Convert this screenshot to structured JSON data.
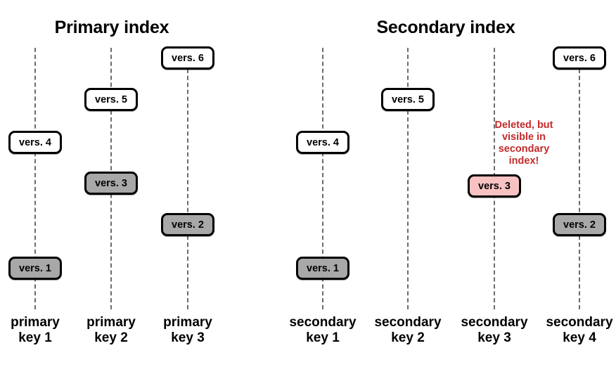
{
  "figure": {
    "background_color": "#ffffff",
    "box_colors": {
      "white": "#ffffff",
      "gray": "#a8a8a8",
      "pink": "#f8c2c2",
      "border": "#000000",
      "lane": "#6b6b6b",
      "annotation_red": "#c42b2b"
    }
  },
  "panels": [
    {
      "title": "Primary index",
      "lanes": [
        {
          "label_line1": "primary",
          "label_line2": "key 1",
          "boxes": [
            {
              "label": "vers. 4",
              "fill": "white"
            },
            {
              "label": "vers. 1",
              "fill": "gray"
            }
          ]
        },
        {
          "label_line1": "primary",
          "label_line2": "key 2",
          "boxes": [
            {
              "label": "vers. 5",
              "fill": "white"
            },
            {
              "label": "vers. 3",
              "fill": "gray"
            }
          ]
        },
        {
          "label_line1": "primary",
          "label_line2": "key 3",
          "boxes": [
            {
              "label": "vers. 6",
              "fill": "white"
            },
            {
              "label": "vers. 2",
              "fill": "gray"
            }
          ]
        }
      ]
    },
    {
      "title": "Secondary index",
      "lanes": [
        {
          "label_line1": "secondary",
          "label_line2": "key 1",
          "boxes": [
            {
              "label": "vers. 4",
              "fill": "white"
            },
            {
              "label": "vers. 1",
              "fill": "gray"
            }
          ]
        },
        {
          "label_line1": "secondary",
          "label_line2": "key 2",
          "boxes": [
            {
              "label": "vers. 5",
              "fill": "white"
            }
          ]
        },
        {
          "label_line1": "secondary",
          "label_line2": "key 3",
          "boxes": [
            {
              "label": "vers. 3",
              "fill": "pink"
            }
          ]
        },
        {
          "label_line1": "secondary",
          "label_line2": "key 4",
          "boxes": [
            {
              "label": "vers. 6",
              "fill": "white"
            },
            {
              "label": "vers. 2",
              "fill": "gray"
            }
          ]
        }
      ]
    }
  ],
  "annotation": {
    "line1": "Deleted, but",
    "line2": "visible in",
    "line3": "secondary",
    "line4": "index!"
  }
}
